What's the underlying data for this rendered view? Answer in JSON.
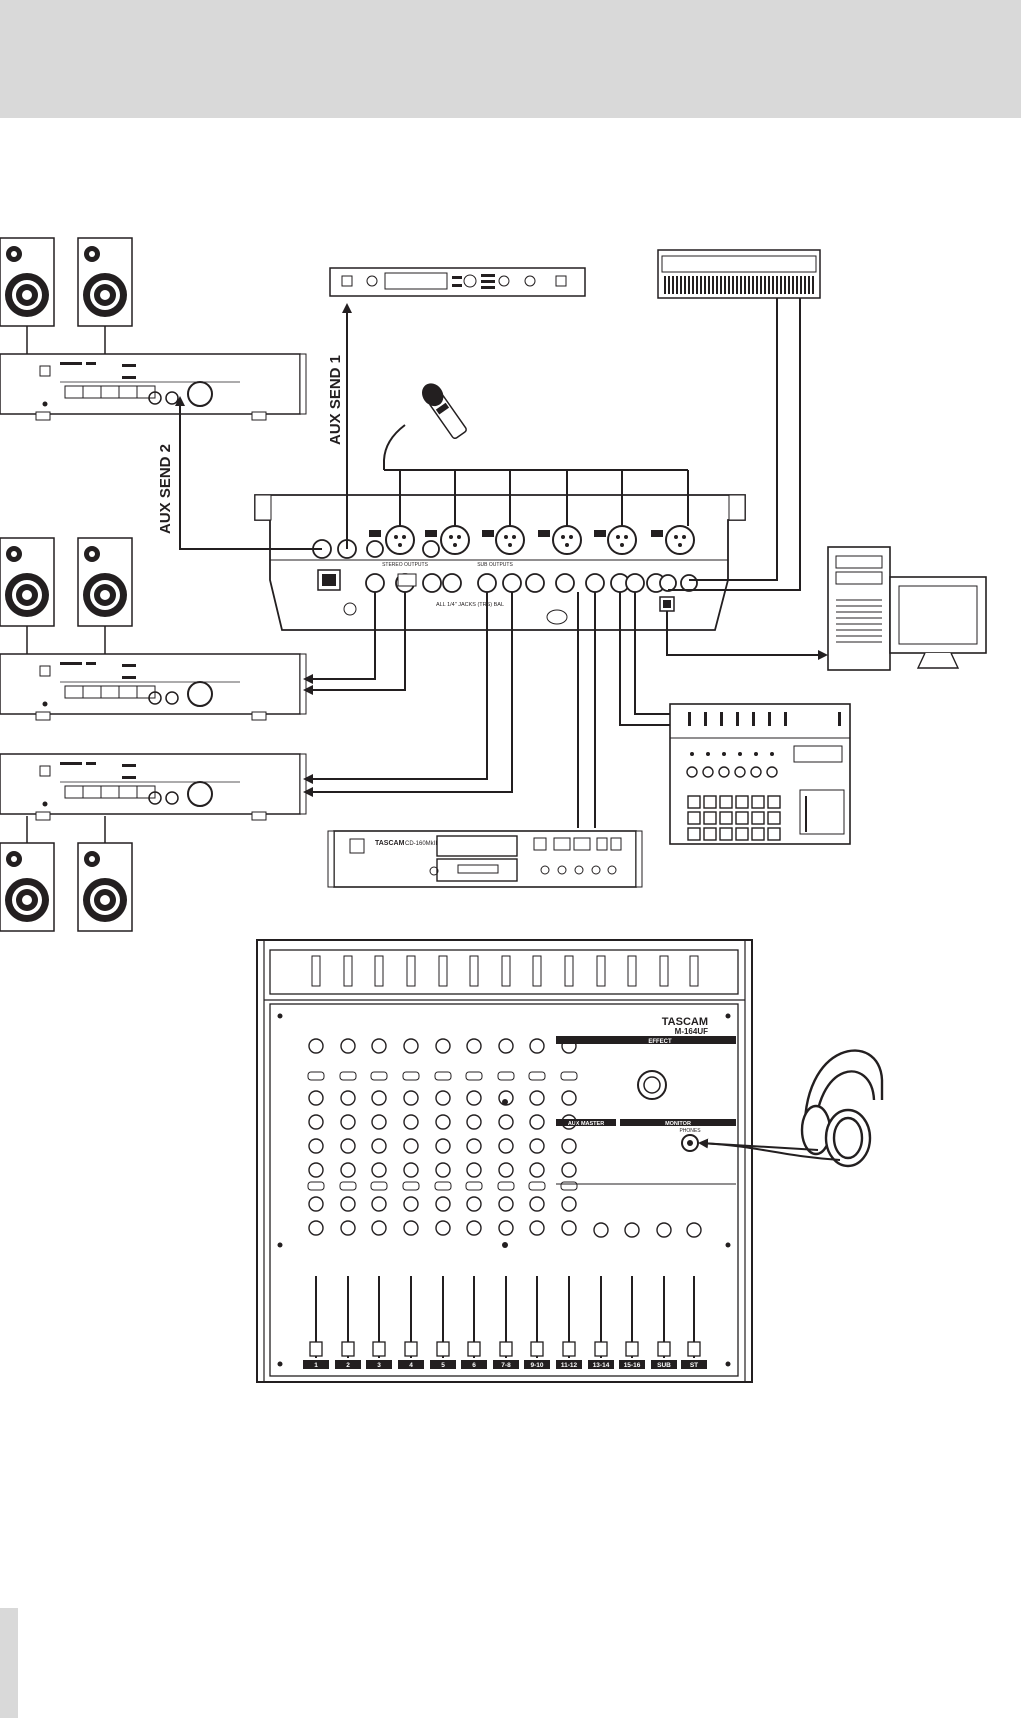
{
  "labels": {
    "aux_send_1": "AUX SEND 1",
    "aux_send_2": "AUX SEND 2",
    "stereo_outputs": "STEREO OUTPUTS",
    "sub_outputs": "SUB OUTPUTS",
    "cd_player_brand": "TASCAM",
    "cd_player_model": "CD-160MkII",
    "mixer_brand": "TASCAM",
    "mixer_model": "M-164UF",
    "rear_jacks_note": "ALL 1/4\" JACKS (TRS) BAL"
  },
  "mixer": {
    "channel_labels": [
      "1",
      "2",
      "3",
      "4",
      "5",
      "6",
      "7-8",
      "9-10",
      "11-12",
      "13-14",
      "15-16",
      "SUB",
      "ST"
    ],
    "section_titles": {
      "effect": "EFFECT",
      "aux_master": "AUX MASTER",
      "monitor": "MONITOR"
    },
    "phones_label": "PHONES"
  },
  "colors": {
    "line": "#231f20",
    "header_band": "#d9d9d9",
    "panel_fill": "#ffffff"
  }
}
